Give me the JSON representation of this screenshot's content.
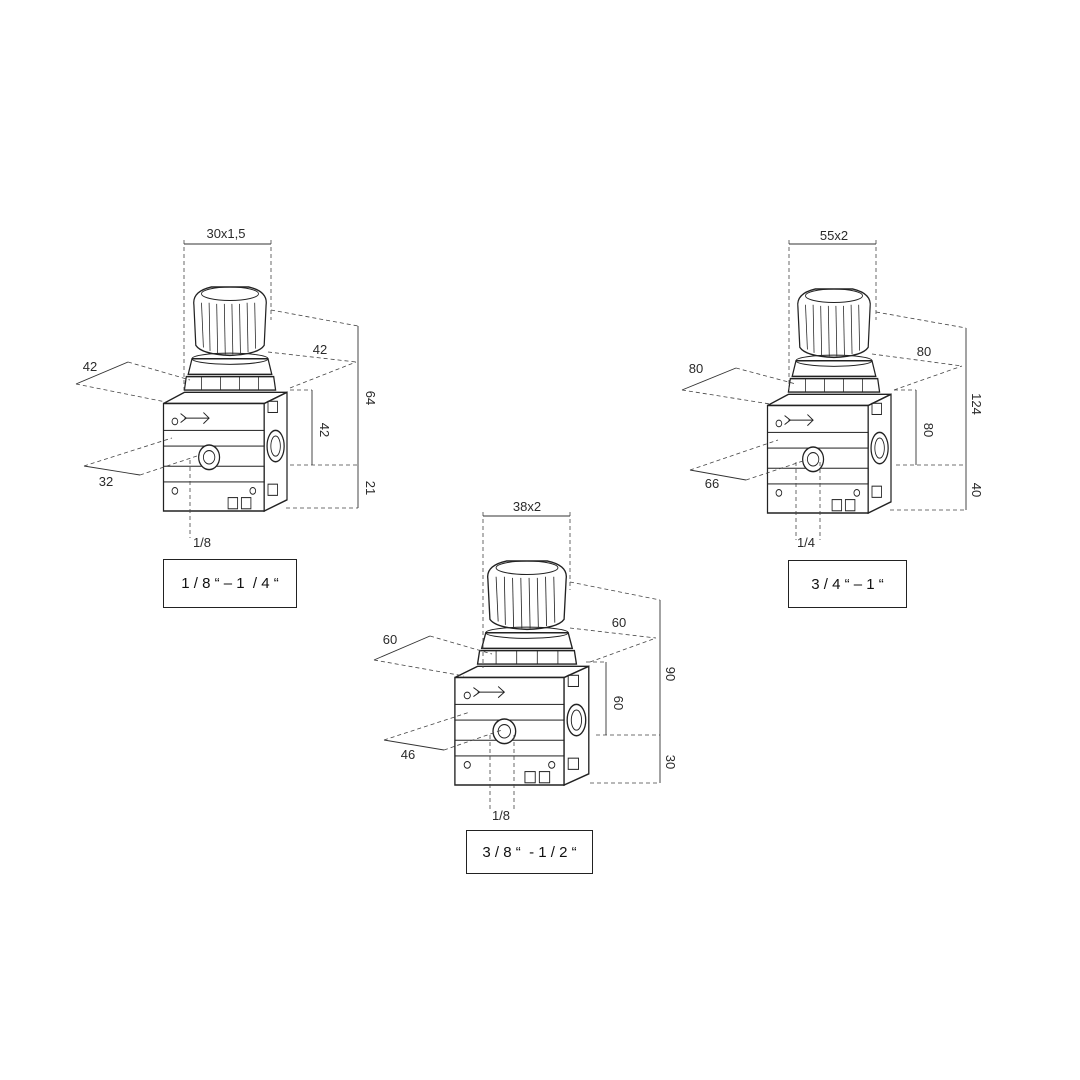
{
  "regulators": [
    {
      "id": "small",
      "size_label": "1 / 8 “ – 1  / 4 “",
      "knob_thread": "30x1,5",
      "body_depth": "42",
      "body_width": "42",
      "body_height": "42",
      "port_offset": "32",
      "total_height_upper": "64",
      "total_height_lower": "21",
      "gauge_port": "1/8"
    },
    {
      "id": "large",
      "size_label": "3 / 4 “ – 1 “",
      "knob_thread": "55x2",
      "body_depth": "80",
      "body_width": "80",
      "body_height": "80",
      "port_offset": "66",
      "total_height_upper": "124",
      "total_height_lower": "40",
      "gauge_port": "1/4"
    },
    {
      "id": "medium",
      "size_label": "3 / 8 “  - 1 / 2 “",
      "knob_thread": "38x2",
      "body_depth": "60",
      "body_width": "60",
      "body_height": "60",
      "port_offset": "46",
      "total_height_upper": "90",
      "total_height_lower": "30",
      "gauge_port": "1/8"
    }
  ]
}
